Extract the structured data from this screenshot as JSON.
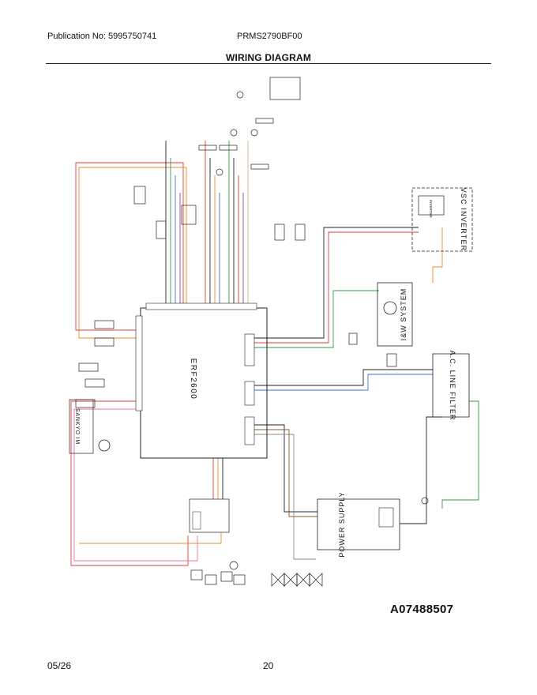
{
  "header": {
    "publication": "Publication No: 5995750741",
    "model": "PRMS2790BF00",
    "title": "WIRING DIAGRAM"
  },
  "labels": {
    "main_board": "ERF2600",
    "inverter": "VSC INVERTER",
    "iw_system": "I&W SYSTEM",
    "ac_filter": "A.C. LINE FILTER",
    "power_supply": "POWER SUPPLY",
    "sankyo": "SANKYO IM",
    "inverter_box": "INVERTER"
  },
  "footer": {
    "figure_number": "A07488507",
    "date": "05/26",
    "page": "20"
  },
  "colors": {
    "red": "#e23b3b",
    "orange": "#f08a24",
    "blue": "#3a6fd8",
    "green": "#2f9e44",
    "violet": "#8e44ad",
    "pink": "#e86fb0",
    "brown": "#8a5a2b",
    "tan": "#d2b48c",
    "black": "#222222",
    "gray": "#888888"
  }
}
